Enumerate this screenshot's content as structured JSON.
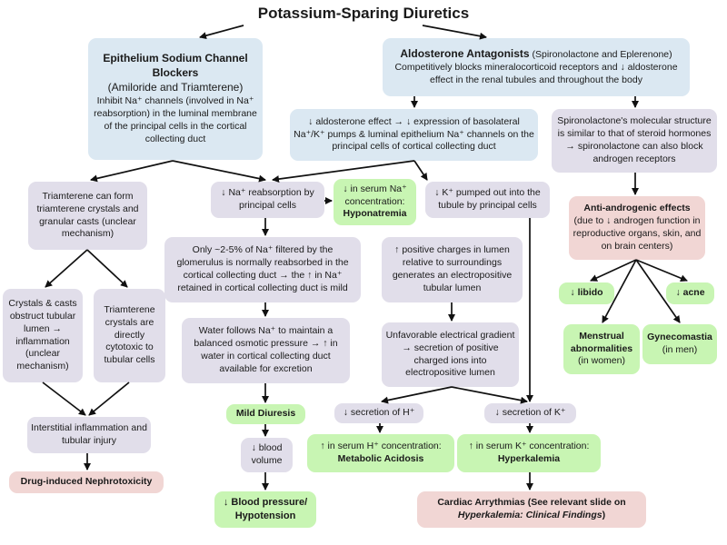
{
  "title": "Potassium-Sparing Diuretics",
  "enac": {
    "heading": "Epithelium Sodium Channel Blockers",
    "drugs": "(Amiloride and Triamterene)",
    "desc": "Inhibit Na⁺ channels (involved in Na⁺ reabsorption) in the luminal membrane of the principal cells in the cortical collecting duct"
  },
  "aldo": {
    "heading": "Aldosterone Antagonists",
    "drugs": " (Spironolactone and Eplerenone)",
    "desc": "Competitively blocks mineralocorticoid receptors and ↓ aldosterone effect in the renal tubules and throughout the body"
  },
  "aldo_effect": "↓ aldosterone effect → ↓ expression of basolateral Na⁺/K⁺ pumps & luminal epithelium Na⁺ channels on the principal cells of cortical collecting duct",
  "spiro_struct": "Spironolactone's molecular structure is similar to that of steroid hormones → spironolactone can also block androgen receptors",
  "triam_crystals": "Triamterene can form triamterene crystals and granular casts (unclear mechanism)",
  "na_reabs": "↓ Na⁺ reabsorption by principal cells",
  "serum_na": {
    "line1": "↓ in serum Na⁺ concentration:",
    "bold": "Hyponatremia"
  },
  "k_pumped": "↓ K⁺ pumped out into the tubule by principal cells",
  "antiandro": {
    "heading": "Anti-androgenic effects",
    "desc": "(due to ↓ androgen function in reproductive organs, skin, and on brain centers)"
  },
  "only_pct": "Only ~2-5% of Na⁺ filtered by the glomerulus is normally reabsorbed in the cortical collecting duct → the ↑ in Na⁺ retained in cortical collecting duct is mild",
  "pos_charges": "↑ positive charges in lumen relative to surroundings generates an electropositive tubular lumen",
  "libido": "↓ libido",
  "acne": "↓ acne",
  "crystals_obstruct": "Crystals & casts obstruct tubular lumen → inflammation (unclear mechanism)",
  "crystals_cytotoxic": "Triamterene crystals are directly cytotoxic to tubular cells",
  "water_follows": "Water follows Na⁺ to maintain a balanced osmotic pressure → ↑ in water in cortical collecting duct available for excretion",
  "unfavorable": "Unfavorable electrical gradient → secretion of positive charged ions into electropositive lumen",
  "menstrual": {
    "heading": "Menstrual abnormalities",
    "sub": "(in women)"
  },
  "gyneco": {
    "heading": "Gynecomastia",
    "sub": "(in men)"
  },
  "mild_diuresis": "Mild Diuresis",
  "sec_h": "↓ secretion of H⁺",
  "sec_k": "↓ secretion of K⁺",
  "interstitial": "Interstitial inflammation and tubular injury",
  "blood_vol": "↓ blood volume",
  "serum_h": {
    "line1": "↑ in serum H⁺ concentration:",
    "bold": "Metabolic Acidosis"
  },
  "serum_k": {
    "line1": "↑ in serum K⁺ concentration:",
    "bold": "Hyperkalemia"
  },
  "nephro": "Drug-induced Nephrotoxicity",
  "bp": "↓ Blood pressure/ Hypotension",
  "cardiac": {
    "line1": "Cardiac Arrythmias (See relevant slide on",
    "italic": "Hyperkalemia: Clinical Findings",
    "close": ")"
  }
}
